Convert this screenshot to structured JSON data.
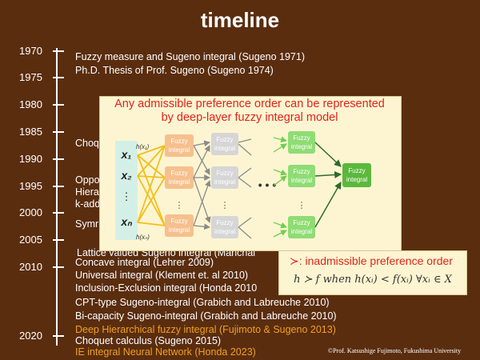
{
  "title": "timeline",
  "years": [
    "1970",
    "1975",
    "1980",
    "1985",
    "1990",
    "1995",
    "2000",
    "2005",
    "2010",
    "2020"
  ],
  "events": [
    "Fuzzy measure and Sugeno integral (Sugeno 1971)",
    "Ph.D. Thesis of Prof. Sugeno (Sugeno 1974)",
    "Lattice valued Sugeno integral (Marichal",
    "Concave integral (Lehrer 2009)",
    "Universal integral (Klement et. al 2010)",
    "Inclusion-Exclusion integral (Honda 2010",
    "CPT-type Sugeno-integral (Grabich and Labreuche 2010)",
    "Bi-capacity Sugeno-integral  (Grabich and Labreuche 2010)",
    "Deep Hierarchical fuzzy integral (Fujimoto & Sugeno 2013)",
    "Choquet calculus (Sugeno 2015)",
    "IE integral Neural Network (Honda 2023)"
  ],
  "partial": [
    "Choq",
    "Oppo",
    "Hiera",
    "k-add",
    "Symr"
  ],
  "overlay": {
    "title_line1": "Any admissible preference order can be represented",
    "title_line2": "by deep-layer fuzzy integral model",
    "node_label_1": "Fuzzy",
    "node_label_2": "integral",
    "inputs": [
      "x₁",
      "x₂",
      "⋮",
      "xₙ"
    ],
    "h_labels": [
      "h(x₁)",
      "h(xₙ)"
    ],
    "dots": "• • •",
    "vdots": "⋮"
  },
  "box2": {
    "title": "≻: inadmissible preference order",
    "equation": "h ≻ f  when h(xᵢ) < f(xᵢ) ∀xᵢ ∈ X"
  },
  "credit": "©Prof. Katsushige Fujimoto, Fukushima University",
  "colors": {
    "background": "#5a2d0f",
    "accent_orange": "#f0a020",
    "overlay_red": "#e0241a"
  }
}
